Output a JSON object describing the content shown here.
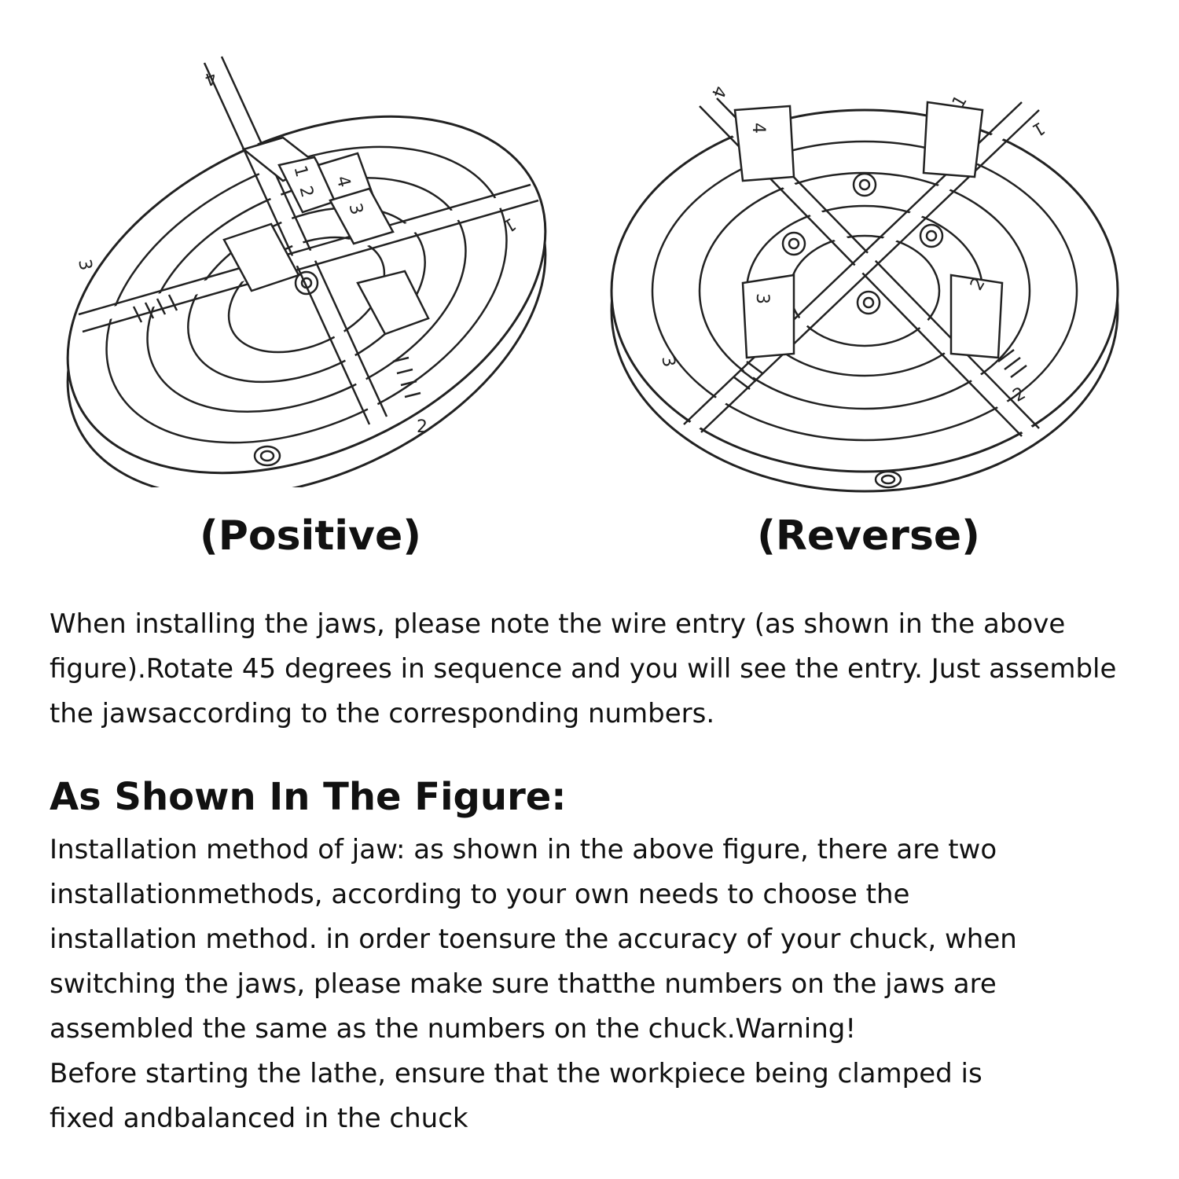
{
  "figures": {
    "positive": {
      "caption": "(Positive)",
      "slot_numbers": [
        "4",
        "1",
        "2",
        "3"
      ],
      "jaw_numbers": [
        "1",
        "4",
        "2",
        "3"
      ]
    },
    "reverse": {
      "caption": "(Reverse)",
      "slot_numbers": [
        "4",
        "1",
        "2",
        "3"
      ],
      "jaw_numbers": [
        "4",
        "1",
        "3",
        "2"
      ]
    }
  },
  "intro_text": "When installing the jaws, please note the wire entry (as shown in the above figure).Rotate 45 degrees in sequence and you will see the entry. Just assemble the jawsaccording to the corresponding numbers.",
  "heading": "As Shown In The Figure:",
  "body_lines": [
    "Installation method of jaw: as shown in the above figure, there are two",
    "installationmethods, according to your own needs to choose the",
    "installation method. in order toensure the accuracy of your chuck, when",
    "switching the jaws, please make sure thatthe numbers on the jaws are",
    "assembled the same as the numbers on the chuck.Warning!",
    "Before starting the lathe, ensure that the workpiece being clamped is",
    "fixed andbalanced in the chuck"
  ]
}
